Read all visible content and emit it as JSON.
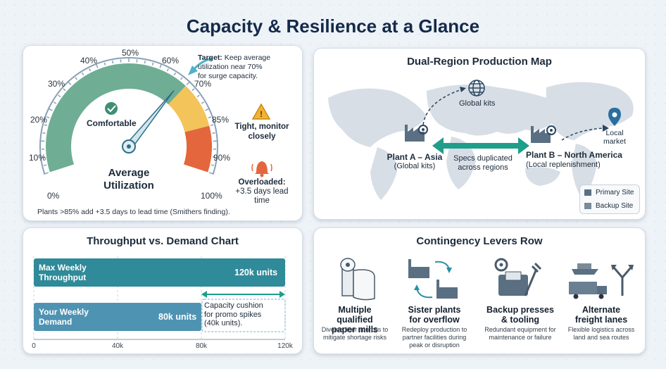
{
  "title": "Capacity & Resilience at a Glance",
  "gauge": {
    "ticks": [
      "0%",
      "10%",
      "20%",
      "30%",
      "40%",
      "50%",
      "60%",
      "70%",
      "85%",
      "90%",
      "100%"
    ],
    "zone_label": "Comfortable",
    "center_label_1": "Average",
    "center_label_2": "Utilization",
    "target_bold": "Target:",
    "target_text_1": " Keep average",
    "target_text_2": "utilization near 70%",
    "target_text_3": "for surge capacity.",
    "tight_1": "Tight, monitor",
    "tight_2": "closely",
    "overloaded_1": "Overloaded:",
    "overloaded_2": "+3.5 days lead",
    "overloaded_3": "time",
    "footnote": "Plants >85% add +3.5 days to lead time (Smithers finding).",
    "needle_value": 0.68,
    "colors": {
      "green": "#6fae94",
      "yellow": "#f2c45a",
      "red": "#e4663d"
    }
  },
  "map": {
    "title": "Dual-Region Production Map",
    "global_kits": "Global kits",
    "plant_a": "Plant A – Asia",
    "plant_a_sub": "(Global kits)",
    "specs_1": "Specs duplicated",
    "specs_2": "across regions",
    "plant_b": "Plant B – North America",
    "plant_b_sub": "(Local replenishment)",
    "local_1": "Local",
    "local_2": "market",
    "legend_primary": "Primary Site",
    "legend_backup": "Backup Site"
  },
  "chart": {
    "title": "Throughput vs. Demand Chart",
    "bar1_label_1": "Max Weekly",
    "bar1_label_2": "Throughput",
    "bar1_value": "120k units",
    "bar2_label_1": "Your Weekly",
    "bar2_label_2": "Demand",
    "bar2_value": "80k units",
    "cushion_1": "Capacity cushion",
    "cushion_2": "for promo spikes",
    "cushion_3": "(40k units).",
    "axis": [
      "0",
      "40k",
      "80k",
      "120k"
    ]
  },
  "chart_data": {
    "type": "bar",
    "orientation": "horizontal",
    "categories": [
      "Max Weekly Throughput",
      "Your Weekly Demand"
    ],
    "values": [
      120,
      80
    ],
    "xlim": [
      0,
      120
    ],
    "ticks": [
      0,
      40,
      80,
      120
    ],
    "title": "Throughput vs. Demand Chart"
  },
  "levers": {
    "title": "Contingency Levers Row",
    "items": [
      {
        "t1": "Multiple qualified",
        "t2": "paper mills",
        "d1": "Diverse fiber sources to",
        "d2": "mitigate shortage risks",
        "d3": ""
      },
      {
        "t1": "Sister plants",
        "t2": "for overflow",
        "d1": "Redeploy production to",
        "d2": "partner facilities during",
        "d3": "peak or disruption"
      },
      {
        "t1": "Backup presses",
        "t2": "& tooling",
        "d1": "Redundant equipment for",
        "d2": "maintenance or failure",
        "d3": ""
      },
      {
        "t1": "Alternate",
        "t2": "freight lanes",
        "d1": "Flexible logistics across",
        "d2": "land and sea routes",
        "d3": ""
      }
    ]
  }
}
